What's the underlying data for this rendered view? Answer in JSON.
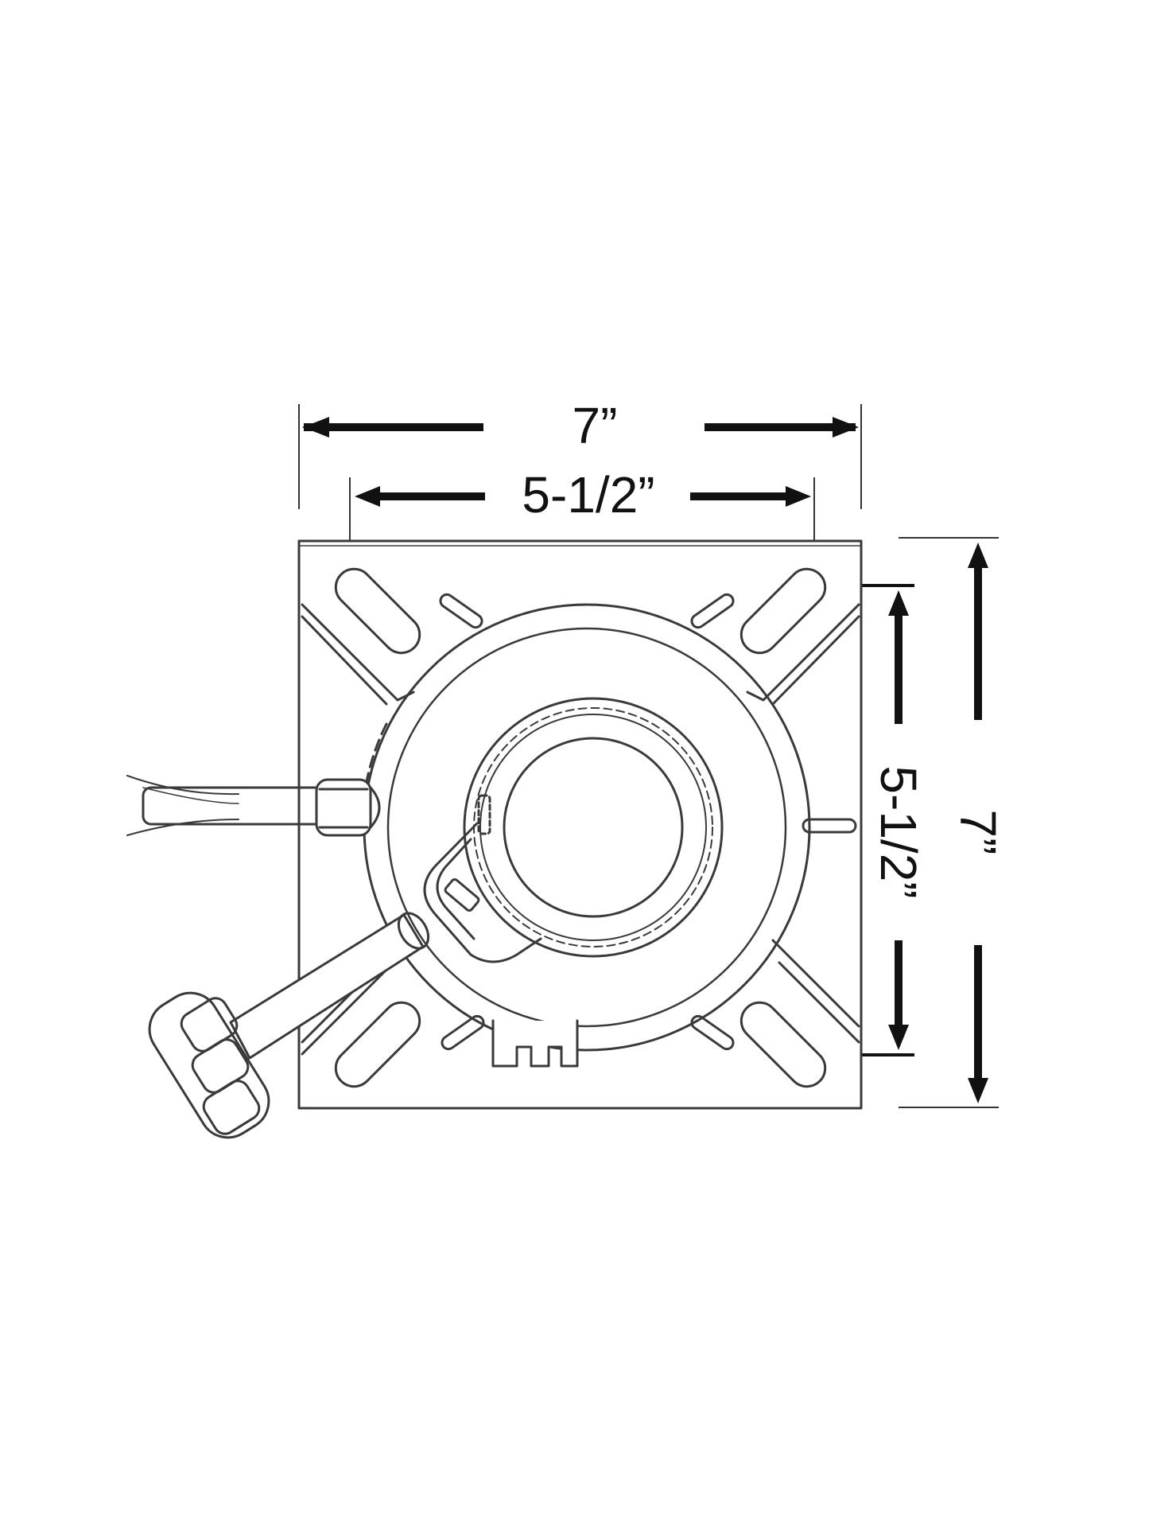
{
  "dimensions": {
    "overall_width": "7”",
    "bolt_width": "5-1/2”",
    "overall_height": "7”",
    "bolt_height": "5-1/2”"
  },
  "colors": {
    "ink": "#111111",
    "line": "#3a3a3a",
    "plate_fill": "#ffffff"
  }
}
